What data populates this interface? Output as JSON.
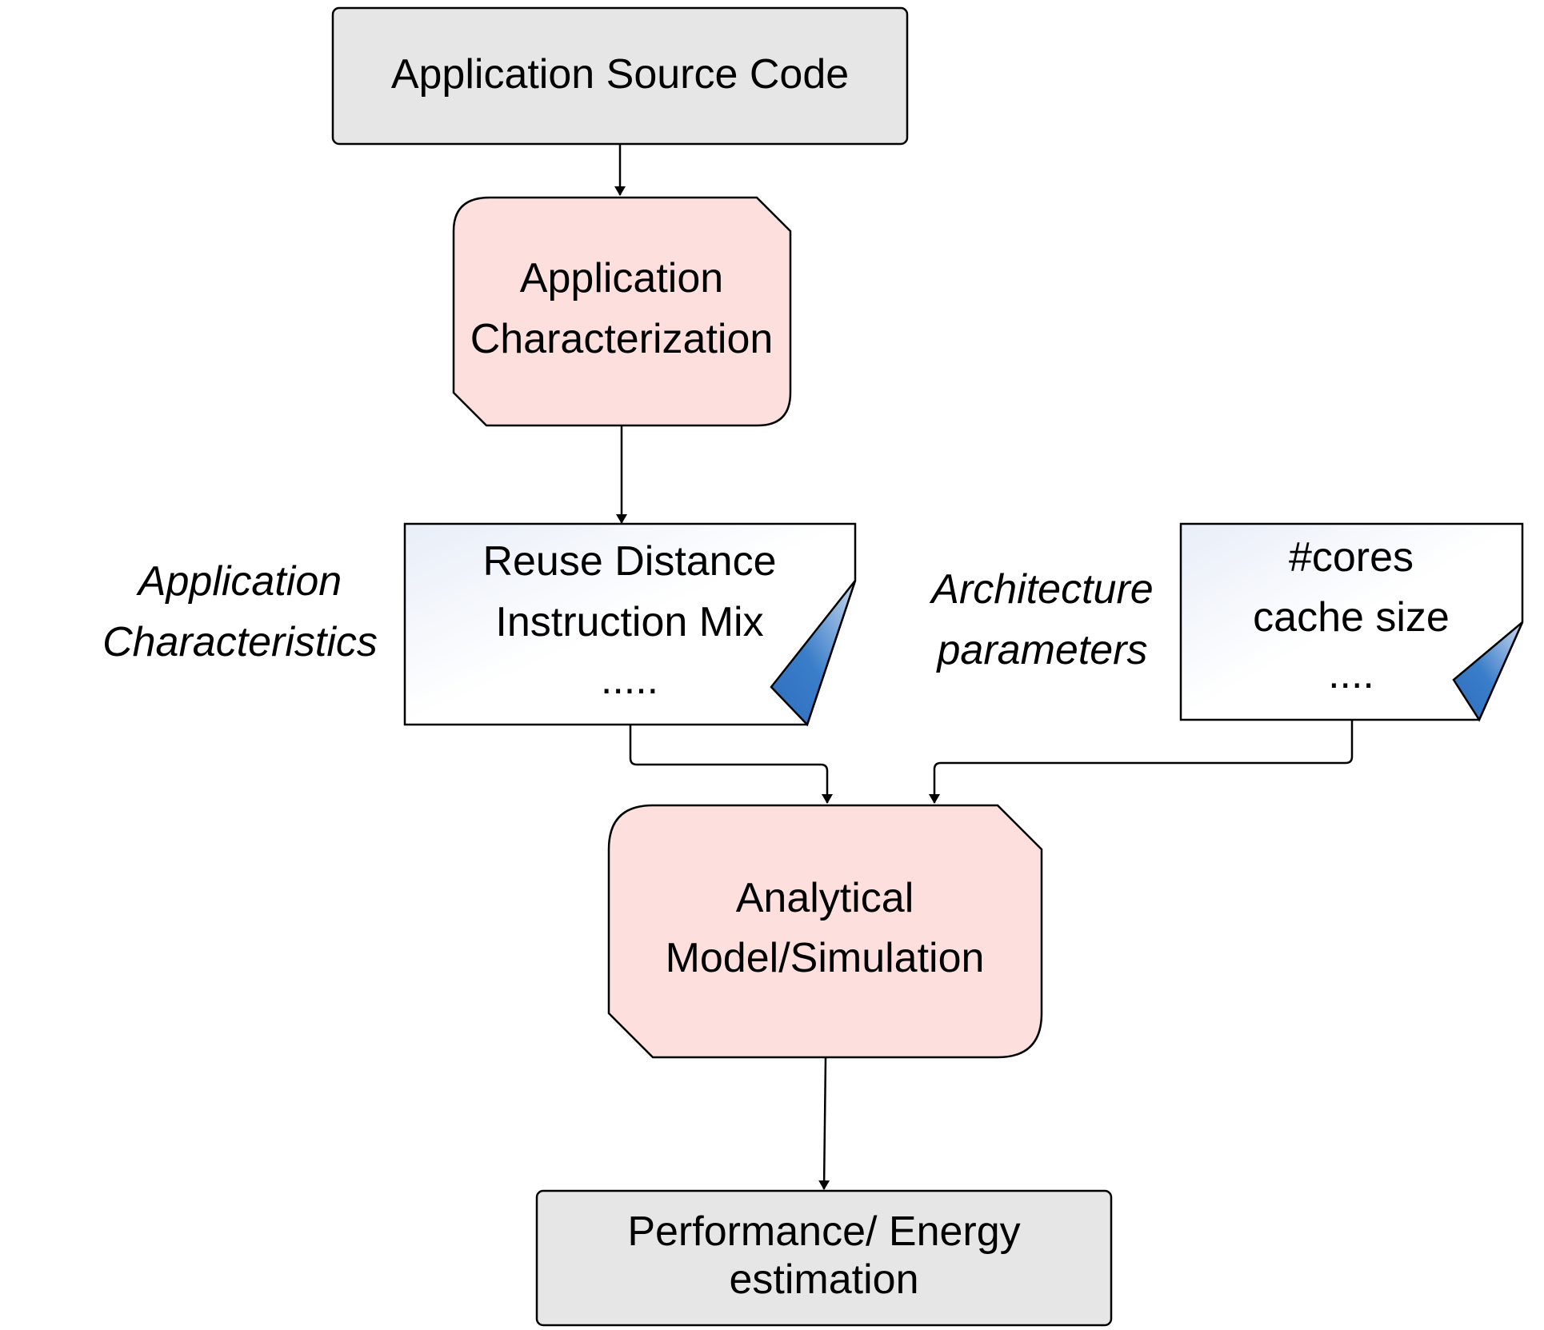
{
  "nodes": {
    "source": {
      "text": "Application Source Code",
      "fill": "#e6e6e6"
    },
    "characterization": {
      "lines": [
        "Application",
        "Characterization"
      ],
      "fill": "#fde0dd"
    },
    "app_doc": {
      "lines": [
        "Reuse Distance",
        "Instruction Mix",
        "....."
      ]
    },
    "arch_doc": {
      "lines": [
        "#cores",
        "cache size",
        "...."
      ]
    },
    "model": {
      "lines": [
        "Analytical",
        "Model/Simulation"
      ],
      "fill": "#fde0dd"
    },
    "estimation": {
      "lines": [
        "Performance/ Energy",
        "estimation"
      ],
      "fill": "#e6e6e6"
    }
  },
  "side_labels": {
    "app_characteristics": [
      "Application",
      "Characteristics"
    ],
    "arch_parameters": [
      "Architecture",
      "parameters"
    ]
  },
  "colors": {
    "stroke": "#000000",
    "doc_fold": "#3a7dc9",
    "doc_gradient_start": "#e8eef8",
    "doc_gradient_end": "#ffffff"
  }
}
